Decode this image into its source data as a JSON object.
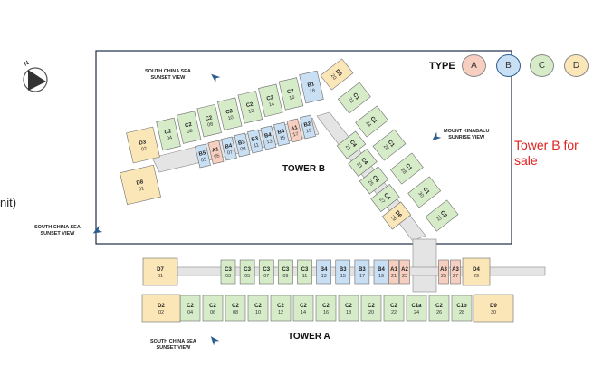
{
  "colors": {
    "A": "#f7cfc0",
    "B": "#c9dff3",
    "C": "#d6ecc9",
    "D": "#fbe6b8",
    "frame": "#1f2d4a",
    "sale": "#e02020",
    "arrow": "#2a5d8f"
  },
  "legend": {
    "title": "TYPE",
    "items": [
      "A",
      "B",
      "C",
      "D"
    ]
  },
  "sale_note": {
    "line1": "Tower B for",
    "line2": "sale"
  },
  "edge_text": "nit)",
  "tower_b": {
    "label": "TOWER B",
    "views": {
      "top_sea": {
        "line1": "SOUTH CHINA SEA",
        "line2": "SUNSET VIEW"
      },
      "kinabalu": {
        "line1": "MOUNT KINABALU",
        "line2": "SUNRISE VIEW"
      }
    },
    "left_row": [
      {
        "unit": "C2",
        "no": "04",
        "type": "C"
      },
      {
        "unit": "C2",
        "no": "06",
        "type": "C"
      },
      {
        "unit": "C2",
        "no": "08",
        "type": "C"
      },
      {
        "unit": "C2",
        "no": "10",
        "type": "C"
      },
      {
        "unit": "C2",
        "no": "12",
        "type": "C"
      },
      {
        "unit": "C2",
        "no": "14",
        "type": "C"
      },
      {
        "unit": "C2",
        "no": "16",
        "type": "C"
      },
      {
        "unit": "B1",
        "no": "18",
        "type": "B"
      }
    ],
    "left_inner": [
      {
        "unit": "B5",
        "no": "03",
        "type": "B"
      },
      {
        "unit": "A1",
        "no": "05",
        "type": "A"
      },
      {
        "unit": "B4",
        "no": "07",
        "type": "B"
      },
      {
        "unit": "B3",
        "no": "09",
        "type": "B"
      },
      {
        "unit": "B3",
        "no": "11",
        "type": "B"
      },
      {
        "unit": "B4",
        "no": "13",
        "type": "B"
      },
      {
        "unit": "B4",
        "no": "15",
        "type": "B"
      },
      {
        "unit": "A1",
        "no": "17",
        "type": "A"
      },
      {
        "unit": "B2",
        "no": "19",
        "type": "B"
      }
    ],
    "left_end": [
      {
        "unit": "D3",
        "no": "02",
        "type": "D"
      },
      {
        "unit": "D8",
        "no": "01",
        "type": "D"
      }
    ],
    "right_outer": [
      {
        "unit": "D5",
        "no": "20",
        "type": "D"
      },
      {
        "unit": "C1",
        "no": "22",
        "type": "C"
      },
      {
        "unit": "C1",
        "no": "24",
        "type": "C"
      },
      {
        "unit": "C1",
        "no": "26",
        "type": "C"
      },
      {
        "unit": "C1",
        "no": "28",
        "type": "C"
      },
      {
        "unit": "C1",
        "no": "30",
        "type": "C"
      },
      {
        "unit": "C2",
        "no": "32",
        "type": "C"
      }
    ],
    "right_inner": [
      {
        "unit": "C4",
        "no": "21",
        "type": "C"
      },
      {
        "unit": "C4",
        "no": "23",
        "type": "C"
      },
      {
        "unit": "C4",
        "no": "25",
        "type": "C"
      },
      {
        "unit": "C4",
        "no": "27",
        "type": "C"
      },
      {
        "unit": "D6",
        "no": "29",
        "type": "D"
      }
    ]
  },
  "tower_a": {
    "label": "TOWER A",
    "views": {
      "left_sea": {
        "line1": "SOUTH CHINA SEA",
        "line2": "SUNSET VIEW"
      },
      "bottom_sea": {
        "line1": "SOUTH CHINA SEA",
        "line2": "SUNSET VIEW"
      }
    },
    "upper": [
      {
        "unit": "D7",
        "no": "01",
        "type": "D"
      },
      {
        "unit": "C3",
        "no": "03",
        "type": "C"
      },
      {
        "unit": "C3",
        "no": "05",
        "type": "C"
      },
      {
        "unit": "C3",
        "no": "07",
        "type": "C"
      },
      {
        "unit": "C3",
        "no": "09",
        "type": "C"
      },
      {
        "unit": "C3",
        "no": "11",
        "type": "C"
      },
      {
        "unit": "B4",
        "no": "13",
        "type": "B"
      },
      {
        "unit": "B3",
        "no": "15",
        "type": "B"
      },
      {
        "unit": "B3",
        "no": "17",
        "type": "B"
      },
      {
        "unit": "B4",
        "no": "19",
        "type": "B"
      },
      {
        "unit": "A1",
        "no": "21",
        "type": "A"
      },
      {
        "unit": "A2",
        "no": "23",
        "type": "A"
      },
      {
        "unit": "A3",
        "no": "25",
        "type": "A"
      },
      {
        "unit": "A3",
        "no": "27",
        "type": "A"
      },
      {
        "unit": "D4",
        "no": "29",
        "type": "D"
      }
    ],
    "lower": [
      {
        "unit": "D2",
        "no": "02",
        "type": "D"
      },
      {
        "unit": "C2",
        "no": "04",
        "type": "C"
      },
      {
        "unit": "C2",
        "no": "06",
        "type": "C"
      },
      {
        "unit": "C2",
        "no": "08",
        "type": "C"
      },
      {
        "unit": "C2",
        "no": "10",
        "type": "C"
      },
      {
        "unit": "C2",
        "no": "12",
        "type": "C"
      },
      {
        "unit": "C2",
        "no": "14",
        "type": "C"
      },
      {
        "unit": "C2",
        "no": "16",
        "type": "C"
      },
      {
        "unit": "C2",
        "no": "18",
        "type": "C"
      },
      {
        "unit": "C2",
        "no": "20",
        "type": "C"
      },
      {
        "unit": "C2",
        "no": "22",
        "type": "C"
      },
      {
        "unit": "C1a",
        "no": "24",
        "type": "C"
      },
      {
        "unit": "C2",
        "no": "26",
        "type": "C"
      },
      {
        "unit": "C1b",
        "no": "28",
        "type": "C"
      },
      {
        "unit": "D9",
        "no": "30",
        "type": "D"
      }
    ]
  }
}
